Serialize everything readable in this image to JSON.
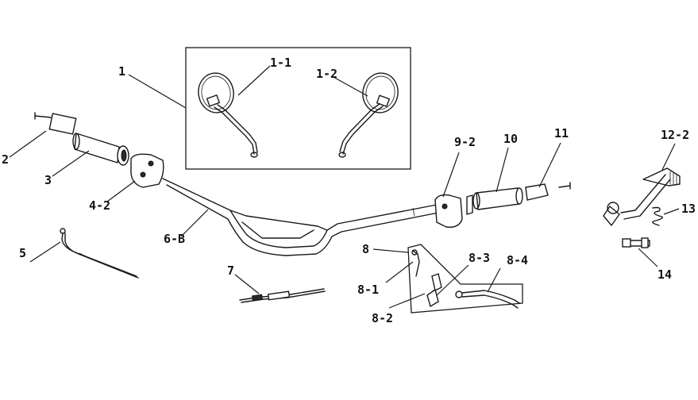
{
  "labels": {
    "p1": "1",
    "p1_1": "1-1",
    "p1_2": "1-2",
    "p2": "2",
    "p3": "3",
    "p4_2": "4-2",
    "p5": "5",
    "p6_b": "6-B",
    "p7": "7",
    "p8": "8",
    "p8_1": "8-1",
    "p8_2": "8-2",
    "p8_3": "8-3",
    "p8_4": "8-4",
    "p9_2": "9-2",
    "p10": "10",
    "p11": "11",
    "p12_2": "12-2",
    "p13": "13",
    "p14": "14"
  },
  "colors": {
    "line": "#1a1a1a",
    "background": "#ffffff"
  }
}
